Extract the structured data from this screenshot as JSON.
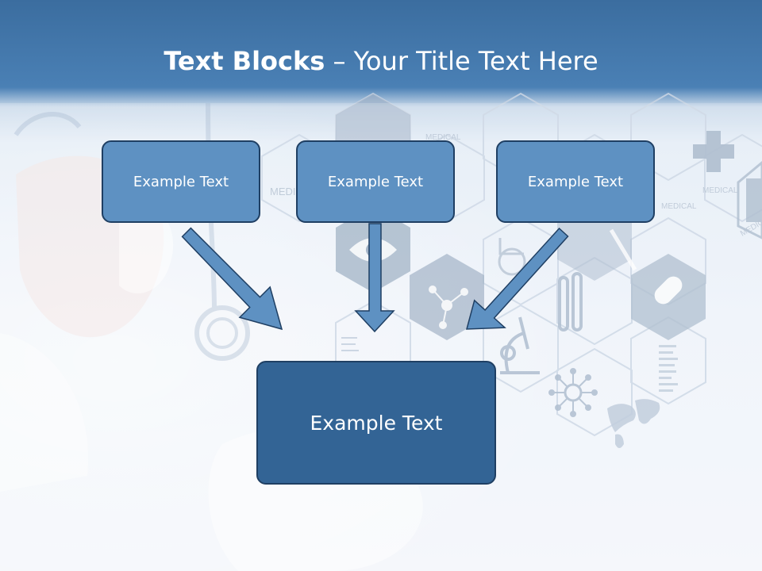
{
  "slide": {
    "title_bold": "Text Blocks",
    "title_dash": " – ",
    "title_rest": "Your Title Text Here",
    "boxes": [
      {
        "label": "Example Text"
      },
      {
        "label": "Example Text"
      },
      {
        "label": "Example Text"
      }
    ],
    "main_box": {
      "label": "Example Text"
    },
    "background_labels": [
      "MEDICAL",
      "MEDICAL",
      "MEDICAL",
      "MEDICAL",
      "MEDI"
    ]
  },
  "colors": {
    "header": "#3b6d9f",
    "small_box": "#5e91c2",
    "main_box": "#336495",
    "arrow": "#5e91c2",
    "border": "#1f3f63"
  },
  "icons": [
    "medical-cross-icon",
    "eye-icon",
    "molecule-icon",
    "test-tubes-icon",
    "capsule-icon",
    "microscope-icon",
    "syringe-icon",
    "virus-icon",
    "world-map-icon",
    "stethoscope-icon"
  ]
}
